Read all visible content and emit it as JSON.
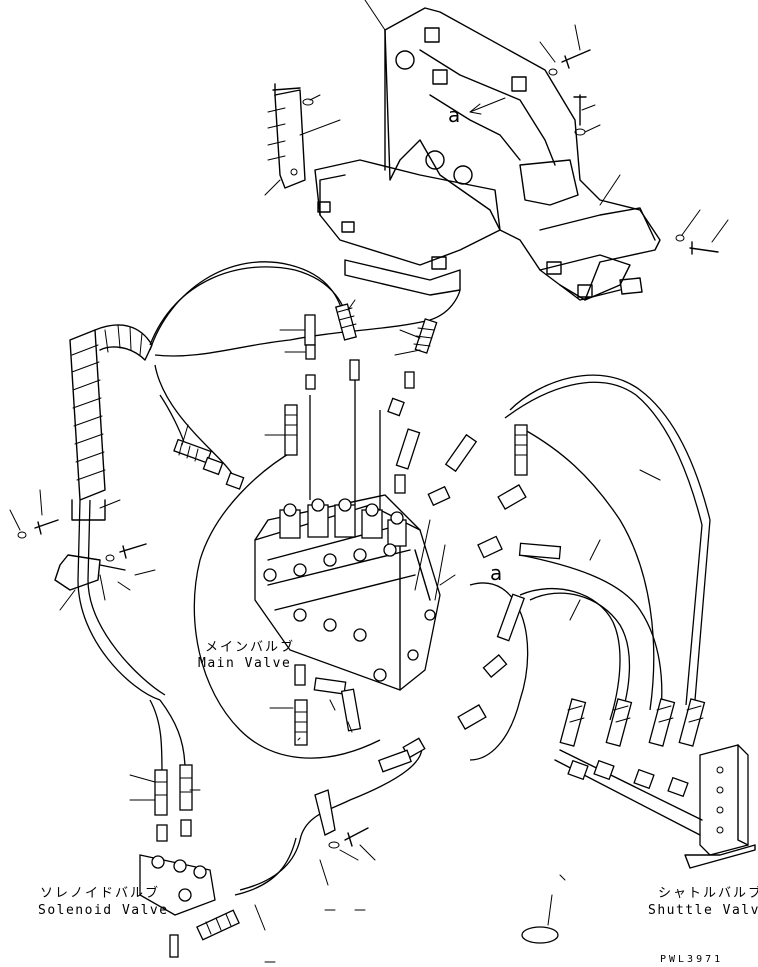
{
  "labels": {
    "main_valve_jp": "メインバルブ",
    "main_valve_en": "Main Valve",
    "solenoid_valve_jp": "ソレノイドバルブ",
    "solenoid_valve_en": "Solenoid Valve",
    "shuttle_valve_jp": "シャトルバルブ",
    "shuttle_valve_en": "Shuttle Valve",
    "view_a_top": "a",
    "view_a_mid": "a",
    "drawing_ref": "PWL3971"
  },
  "colors": {
    "line": "#000000",
    "background": "#ffffff"
  }
}
